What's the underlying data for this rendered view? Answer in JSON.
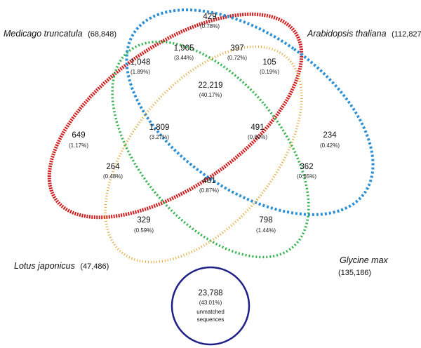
{
  "sets": {
    "medicago": {
      "name": "Medicago truncatula",
      "count": "(68,848)",
      "color": "#d01c1c"
    },
    "arabidopsis": {
      "name": "Arabidopsis thaliana",
      "count": "(112,827)",
      "color": "#2b8fd6"
    },
    "lotus": {
      "name": "Lotus japonicus",
      "count": "(47,486)",
      "color": "#e2a42a"
    },
    "glycine": {
      "name": "Glycine max",
      "count": "(135,186)",
      "color": "#2fb34a"
    }
  },
  "regions": [
    {
      "id": "m-only",
      "count": "649",
      "pct": "(1.17%)"
    },
    {
      "id": "a-only",
      "count": "234",
      "pct": "(0.42%)"
    },
    {
      "id": "l-only",
      "count": "329",
      "pct": "(0.59%)"
    },
    {
      "id": "g-only",
      "count": "798",
      "pct": "(1.44%)"
    },
    {
      "id": "m-a",
      "count": "429",
      "pct": "(0.78%)"
    },
    {
      "id": "m-g",
      "count": "1,048",
      "pct": "(1.89%)"
    },
    {
      "id": "m-a-g",
      "count": "1,905",
      "pct": "(3.44%)"
    },
    {
      "id": "m-a-l",
      "count": "397",
      "pct": "(0.72%)"
    },
    {
      "id": "a-l",
      "count": "105",
      "pct": "(0.19%)"
    },
    {
      "id": "all",
      "count": "22,219",
      "pct": "(40.17%)"
    },
    {
      "id": "m-g-l",
      "count": "1,809",
      "pct": "(3.27%)"
    },
    {
      "id": "a-g-l",
      "count": "491",
      "pct": "(0.89%)"
    },
    {
      "id": "m-l",
      "count": "264",
      "pct": "(0.48%)"
    },
    {
      "id": "a-g",
      "count": "362",
      "pct": "(0.65%)"
    },
    {
      "id": "g-l",
      "count": "481",
      "pct": "(0.87%)"
    }
  ],
  "unmatched": {
    "count": "23,788",
    "pct": "(43.01%)",
    "line1": "unmatched",
    "line2": "sequences",
    "color": "#1f1f8a"
  }
}
